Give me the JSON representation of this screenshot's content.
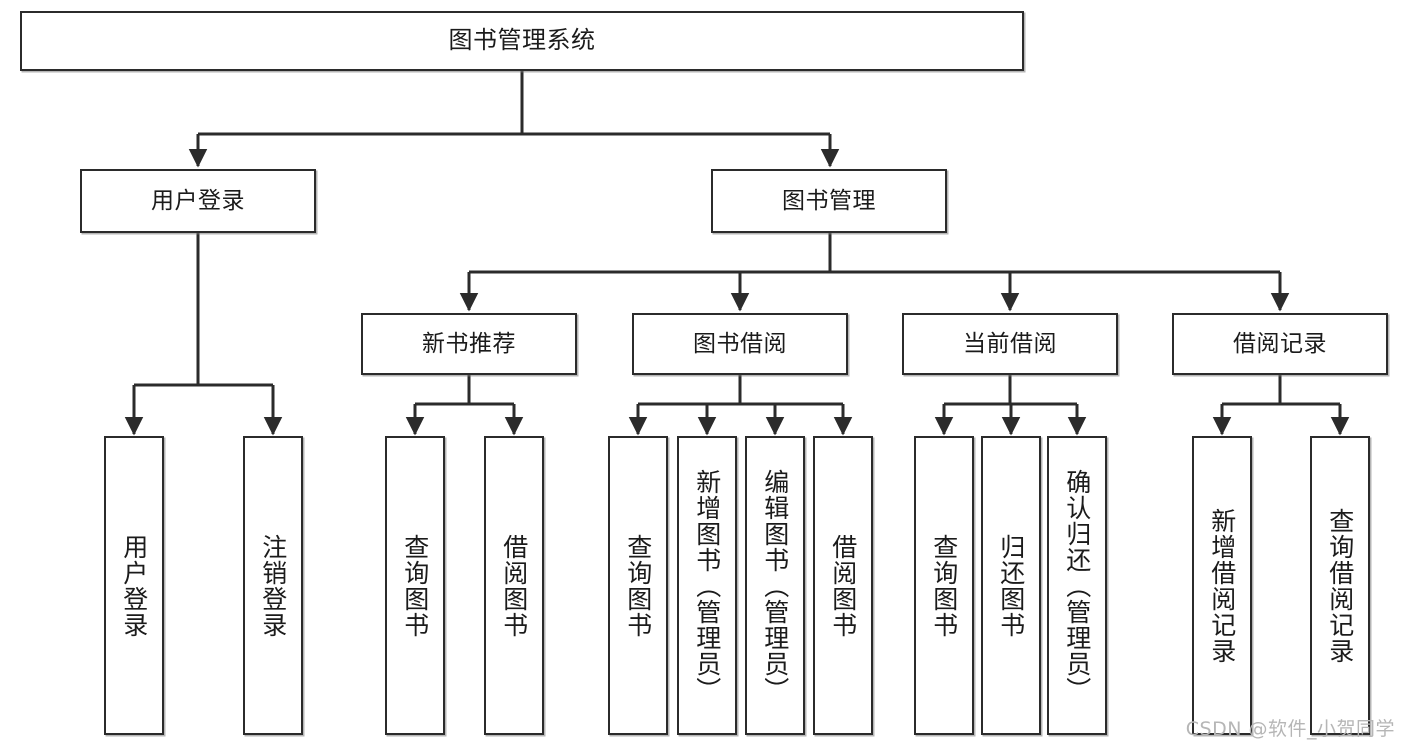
{
  "diagram": {
    "title": "图书管理系统",
    "type": "tree",
    "watermark": "CSDN @软件_小贺同学",
    "colors": {
      "stroke": "#2b2b2b",
      "fill": "#ffffff",
      "text": "#1b1b1b",
      "watermark": "#b6b6b6"
    },
    "nodes": {
      "root": {
        "label": "图书管理系统"
      },
      "level2": [
        {
          "label": "用户登录"
        },
        {
          "label": "图书管理"
        }
      ],
      "level3": [
        {
          "label": "新书推荐"
        },
        {
          "label": "图书借阅"
        },
        {
          "label": "当前借阅"
        },
        {
          "label": "借阅记录"
        }
      ],
      "leaves_user_login": [
        {
          "label": "用户登录"
        },
        {
          "label": "注销登录"
        }
      ],
      "leaves_new_book": [
        {
          "label": "查询图书"
        },
        {
          "label": "借阅图书"
        }
      ],
      "leaves_borrow": [
        {
          "label": "查询图书"
        },
        {
          "label": "新增图书（管理员）"
        },
        {
          "label": "编辑图书（管理员）"
        },
        {
          "label": "借阅图书"
        }
      ],
      "leaves_current": [
        {
          "label": "查询图书"
        },
        {
          "label": "归还图书"
        },
        {
          "label": "确认归还（管理员）"
        }
      ],
      "leaves_record": [
        {
          "label": "新增借阅记录"
        },
        {
          "label": "查询借阅记录"
        }
      ]
    }
  }
}
